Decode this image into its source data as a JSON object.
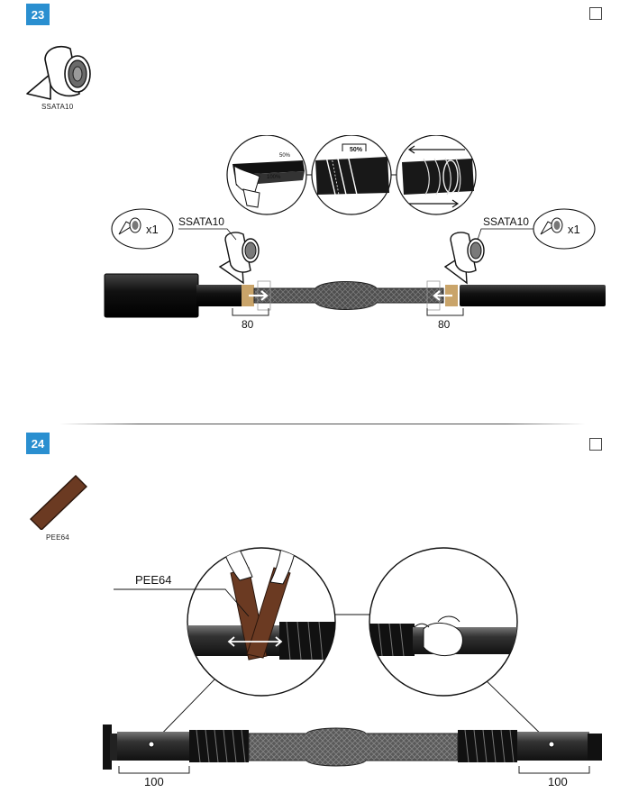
{
  "step23": {
    "number": "23",
    "material_code": "SSATA10",
    "left_callout_qty": "x1",
    "right_callout_qty": "x1",
    "left_label": "SSATA10",
    "right_label": "SSATA10",
    "zoom1_overlap": "50%",
    "zoom1_full": "100%",
    "zoom2_overlap": "50%",
    "left_dimension": "80",
    "right_dimension": "80"
  },
  "step24": {
    "number": "24",
    "material_code": "PEE64",
    "zoom_label": "PEE64",
    "left_dimension": "100",
    "right_dimension": "100"
  },
  "colors": {
    "badge": "#2a8fd0",
    "cable": "#111111",
    "mesh": "#5a5a5a",
    "copper": "#c9a46a",
    "brown_strip": "#6b3a22"
  }
}
